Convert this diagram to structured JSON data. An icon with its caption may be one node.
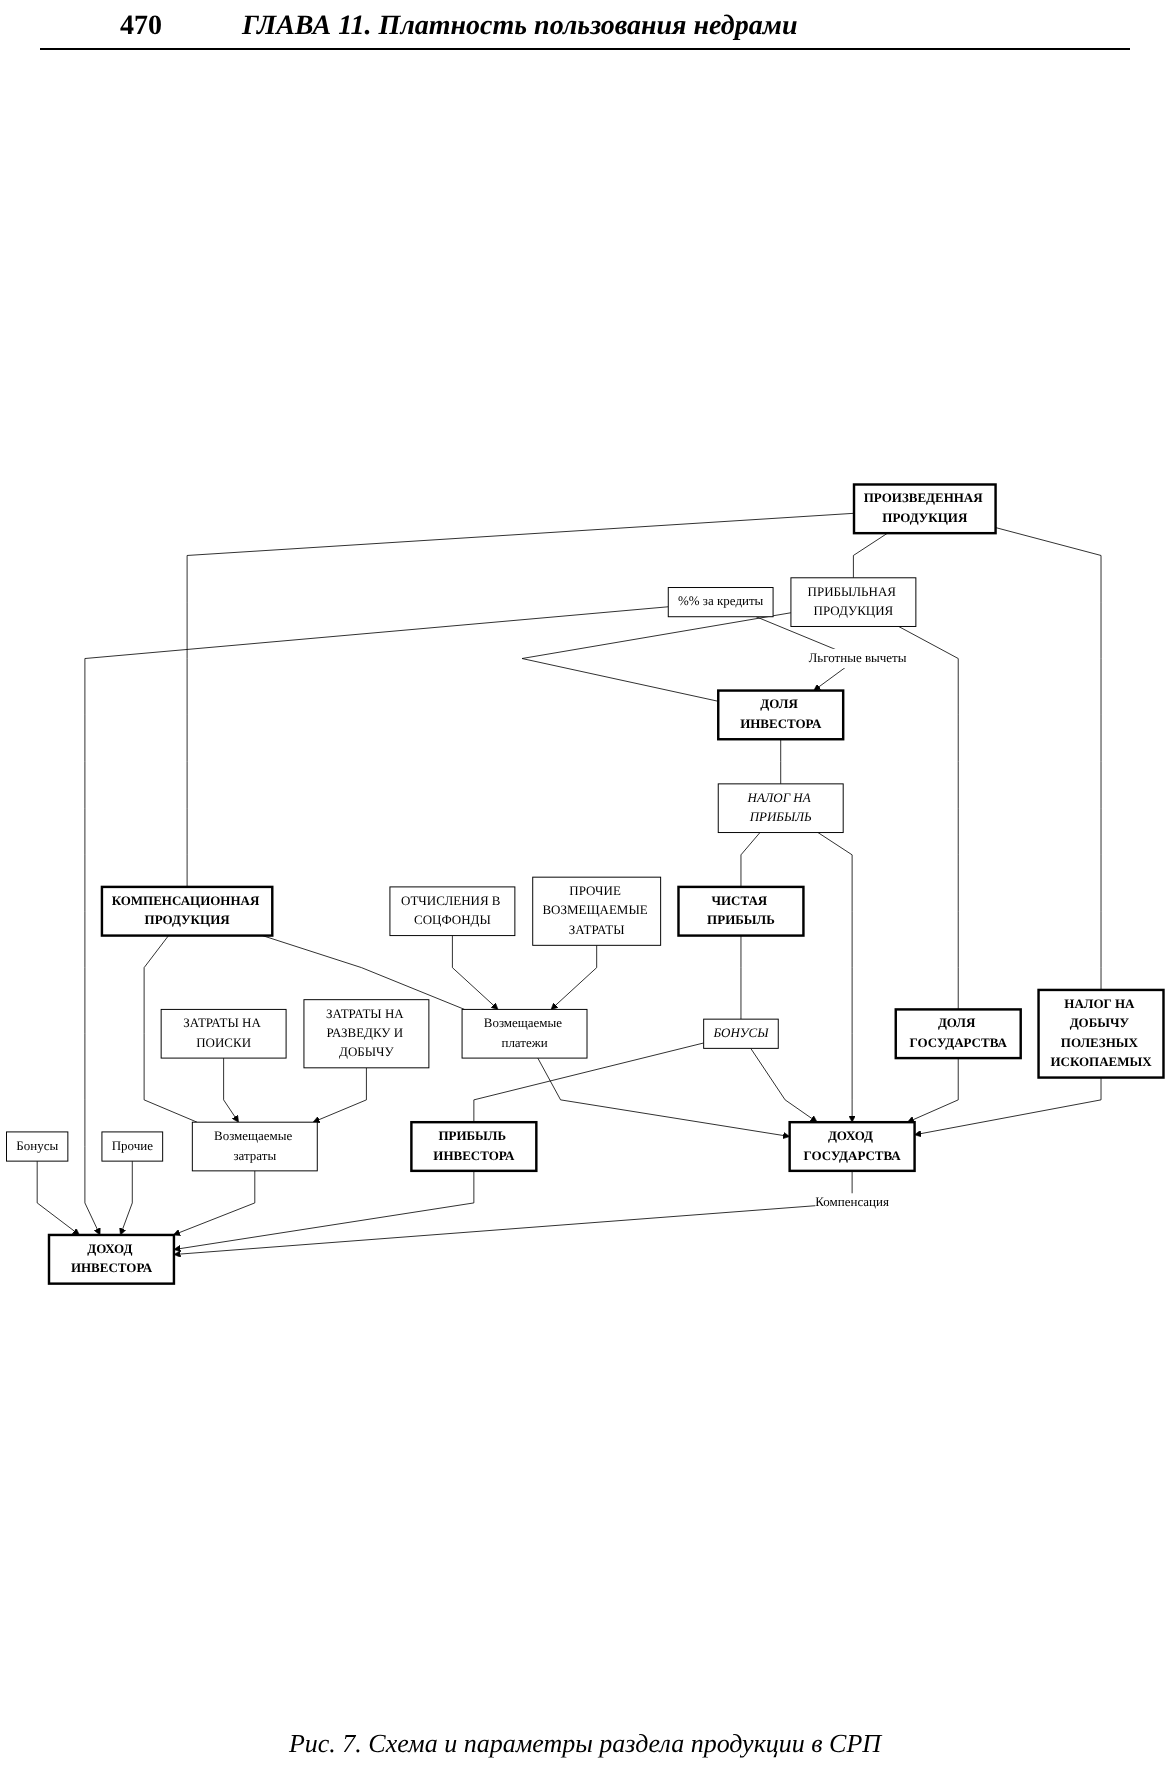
{
  "diagram": {
    "caption": "Рис. 7. Схема и параметры раздела продукции в СРП",
    "nodes": [
      {
        "text": [
          "ПРОИЗВЕДЕННАЯ ПРОДУКЦИЯ"
        ]
      },
      {
        "text": [
          "КОМПЕНСАЦИОННАЯ ПРОДУКЦИЯ"
        ]
      },
      {
        "text": [
          "НАЛОГ НА ДОБЫЧУ ПОЛЕЗНЫХ ИСКОПАЕМЫХ"
        ]
      },
      {
        "text": [
          "ПРИБЫЛЬНАЯ ПРОДУКЦИЯ"
        ]
      },
      {
        "text": [
          "ЗАТРАТЫ НА ПОИСКИ"
        ]
      },
      {
        "text": [
          "Возмещаемые затраты"
        ]
      },
      {
        "text": [
          "Возмещаемые платежи"
        ]
      },
      {
        "text": [
          "ОТЧИСЛЕНИЯ В СОЦФОНДЫ"
        ]
      },
      {
        "text": [
          "ЗАТРАТЫ НА РАЗВЕДКУ И ДОБЫЧУ"
        ]
      },
      {
        "text": [
          "ПРОЧИЕ ВОЗМЕЩАЕМЫЕ ЗАТРАТЫ"
        ]
      },
      {
        "text": [
          "ДОЛЯ ИНВЕСТОРА"
        ]
      },
      {
        "text": [
          "ДОЛЯ ГОСУДАРСТВА"
        ]
      },
      {
        "text": [
          "НАЛОГ НА ПРИБЫЛЬ"
        ]
      },
      {
        "text": [
          "ЧИСТАЯ ПРИБЫЛЬ"
        ]
      },
      {
        "text": [
          "Бонусы"
        ]
      },
      {
        "text": [
          "%% за кредиты"
        ]
      },
      {
        "text": [
          "Прочие"
        ]
      },
      {
        "text": [
          "БОНУСЫ"
        ]
      },
      {
        "text": [
          "ПРИБЫЛЬ ИНВЕСТОРА"
        ]
      },
      {
        "text": [
          "ДОХОД ИНВЕСТОРА"
        ]
      },
      {
        "text": [
          "ДОХОД ГОСУДАРСТВА"
        ]
      }
    ],
    "edges": [
      {
        "from": 0,
        "to": 1,
        "arrow": "none"
      },
      {
        "from": 0,
        "to": 2,
        "arrow": "none"
      },
      {
        "from": 0,
        "to": 3,
        "arrow": "none"
      },
      {
        "from": 1,
        "to": 5,
        "arrow": "none"
      },
      {
        "from": 1,
        "to": 6,
        "arrow": "none"
      },
      {
        "from": 4,
        "to": 5,
        "arrow": "to"
      },
      {
        "from": 8,
        "to": 5,
        "arrow": "to"
      },
      {
        "from": 7,
        "to": 6,
        "arrow": "to"
      },
      {
        "from": 9,
        "to": 6,
        "arrow": "to"
      },
      {
        "from": 3,
        "to": 10,
        "arrow": "none"
      },
      {
        "from": 3,
        "to": 11,
        "arrow": "none"
      },
      {
        "from": 10,
        "to": 12,
        "arrow": "none"
      },
      {
        "from": 12,
        "to": 13,
        "arrow": "none"
      },
      {
        "from": 13,
        "to": 17,
        "arrow": "none"
      },
      {
        "from": 17,
        "to": 18,
        "arrow": "none"
      },
      {
        "from": 15,
        "to": 10,
        "label": "Льготные вычеты",
        "arrow": "to"
      },
      {
        "from": 14,
        "to": 19,
        "arrow": "to"
      },
      {
        "from": 15,
        "to": 19,
        "arrow": "to"
      },
      {
        "from": 16,
        "to": 19,
        "arrow": "to"
      },
      {
        "from": 5,
        "to": 19,
        "arrow": "to"
      },
      {
        "from": 18,
        "to": 19,
        "arrow": "to"
      },
      {
        "from": 20,
        "to": 19,
        "label": "Компенсация",
        "arrow": "to"
      },
      {
        "from": 6,
        "to": 20,
        "arrow": "to"
      },
      {
        "from": 17,
        "to": 20,
        "arrow": "to"
      },
      {
        "from": 12,
        "to": 20,
        "arrow": "to"
      },
      {
        "from": 11,
        "to": 20,
        "arrow": "to"
      },
      {
        "from": 2,
        "to": 20,
        "arrow": "to"
      }
    ],
    "labels": [
      "470",
      "ГЛАВА 11. Платность пользования недрами"
    ]
  }
}
